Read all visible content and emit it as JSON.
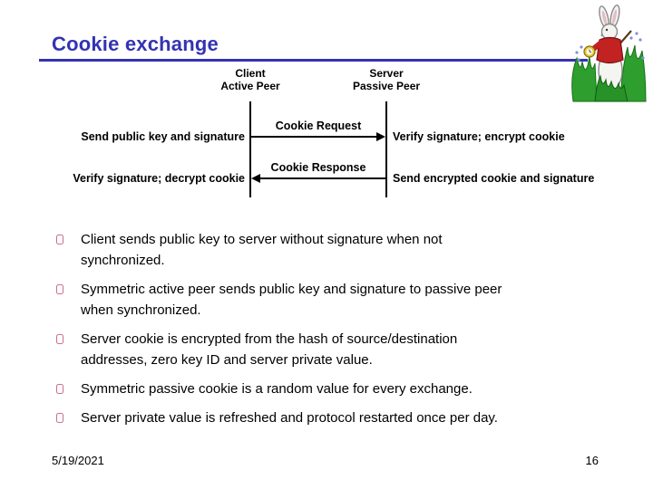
{
  "slide": {
    "title": "Cookie exchange",
    "footer_date": "5/19/2021",
    "footer_page": "16"
  },
  "diagram": {
    "client_header": "Client\nActive Peer",
    "server_header": "Server\nPassive Peer",
    "request_label": "Cookie Request",
    "response_label": "Cookie Response",
    "client_action_request": "Send public key and signature",
    "client_action_response": "Verify signature; decrypt cookie",
    "server_action_request": "Verify signature; encrypt cookie",
    "server_action_response": "Send encrypted cookie and signature"
  },
  "bullets": [
    {
      "text": "Client sends public key to server without signature when not\nsynchronized."
    },
    {
      "text": "Symmetric active peer sends public key and signature to passive peer\nwhen synchronized."
    },
    {
      "text": "Server cookie is encrypted from the hash of source/destination\naddresses, zero key ID and server private value."
    },
    {
      "text": "Symmetric passive cookie is a random value for every exchange."
    },
    {
      "text": "Server private value is refreshed and protocol restarted once per day."
    }
  ],
  "colors": {
    "title_blue": "#3333b3",
    "bullet_pink": "#cc6e8a",
    "diagram_black": "#000000"
  }
}
